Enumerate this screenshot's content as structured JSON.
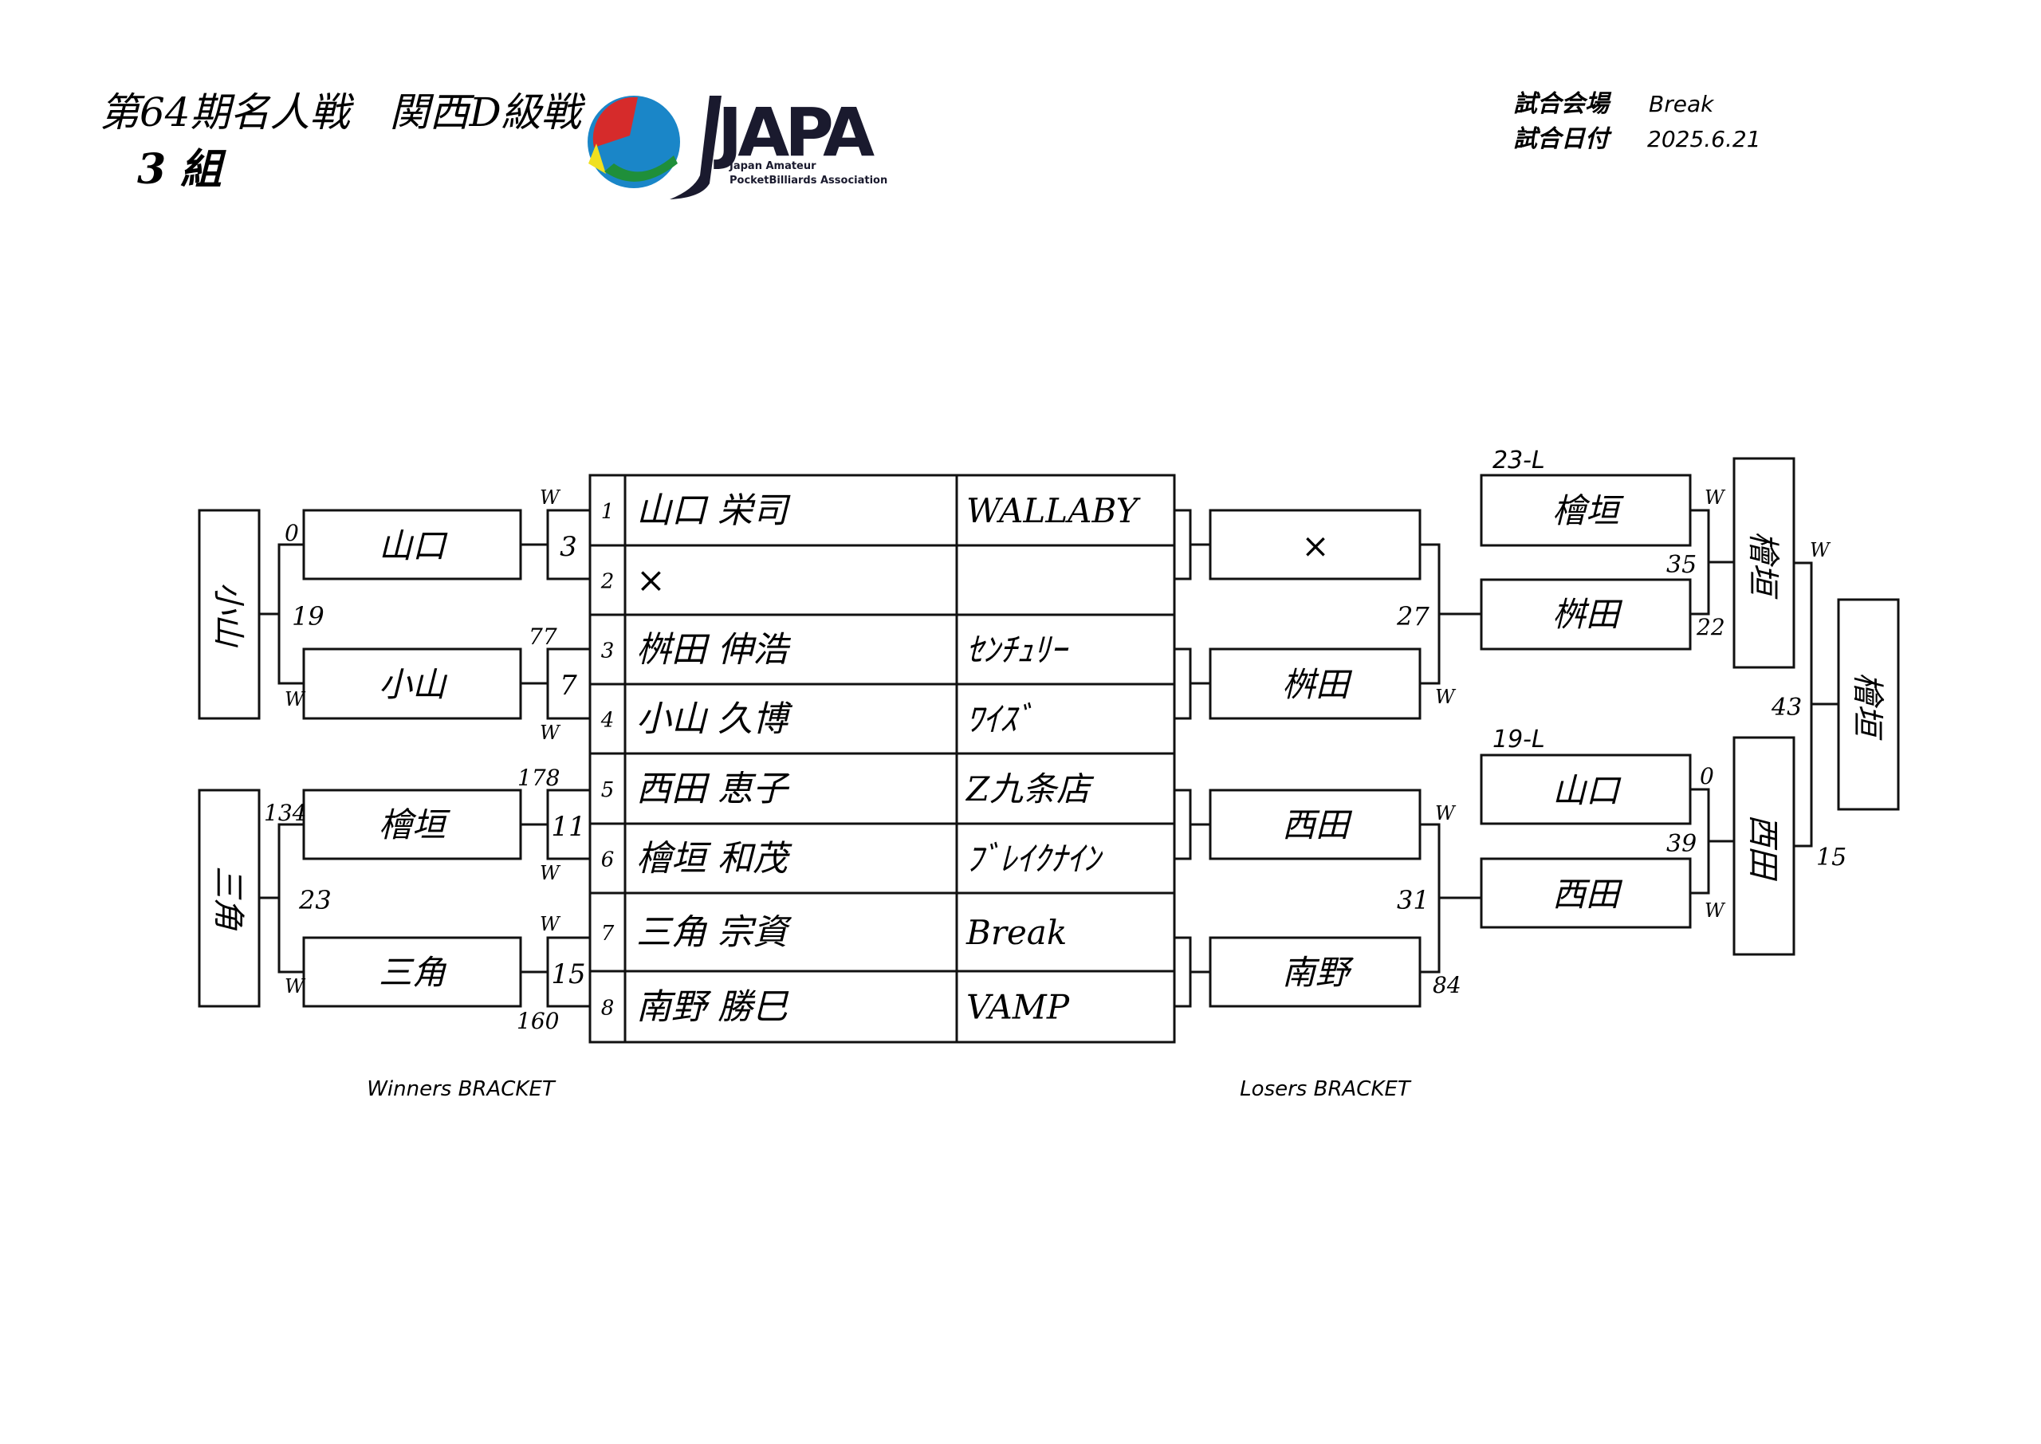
{
  "header": {
    "title_main": "第64期名人戦　関西D級戦",
    "title_group": "3 組",
    "venue_label": "試合会場",
    "venue_value": "Break",
    "date_label": "試合日付",
    "date_value": "2025.6.21"
  },
  "logo": {
    "wordmark": "JAPA",
    "subtitle_line1": "Japan Amateur",
    "subtitle_line2": "PocketBilliards Association",
    "colors": [
      "#d62b2b",
      "#1a86c8",
      "#f0e020",
      "#1f8f3a",
      "#1a1a2e"
    ]
  },
  "entries": [
    {
      "num": "1",
      "name": "山口 栄司",
      "club": "WALLABY"
    },
    {
      "num": "2",
      "name": "×",
      "club": ""
    },
    {
      "num": "3",
      "name": "桝田 伸浩",
      "club": "ｾﾝﾁｭﾘｰ"
    },
    {
      "num": "4",
      "name": "小山 久博",
      "club": "ﾜｲｽﾞ"
    },
    {
      "num": "5",
      "name": "西田 恵子",
      "club": "Z九条店"
    },
    {
      "num": "6",
      "name": "檜垣 和茂",
      "club": "ﾌﾞﾚｲｸﾅｲﾝ"
    },
    {
      "num": "7",
      "name": "三角 宗資",
      "club": "Break"
    },
    {
      "num": "8",
      "name": "南野 勝巳",
      "club": "VAMP"
    }
  ],
  "winners": {
    "label": "Winners BRACKET",
    "r1": [
      "山口",
      "小山",
      "檜垣",
      "三角"
    ],
    "r1_match": [
      "3",
      "7",
      "11",
      "15"
    ],
    "r1_w_tag": [
      "W",
      "W",
      "W",
      "W"
    ],
    "r1_top_nums": [
      "77",
      "178"
    ],
    "r1_bottom_num": "160",
    "r2": [
      "小山",
      "三角"
    ],
    "r2_match": [
      "19",
      "23"
    ],
    "r2_top_nums": [
      "0",
      "134"
    ],
    "r2_w_tag": [
      "W",
      "W"
    ]
  },
  "losers": {
    "label": "Losers BRACKET",
    "r1": [
      "×",
      "桝田",
      "西田",
      "南野"
    ],
    "r1_match": [
      "27",
      "31"
    ],
    "r1_w_tag": [
      "W",
      "W"
    ],
    "r1_num": "84",
    "drop_labels": [
      "23-L",
      "19-L"
    ],
    "r2": [
      "檜垣",
      "桝田",
      "山口",
      "西田"
    ],
    "r2_nums": [
      "35",
      "22",
      "0",
      "39"
    ],
    "r2_w_tag": [
      "W",
      "W"
    ],
    "r3": [
      "檜垣",
      "西田"
    ],
    "r3_nums": [
      "43",
      "15"
    ],
    "r3_w_tag": "W",
    "final": "檜垣"
  }
}
